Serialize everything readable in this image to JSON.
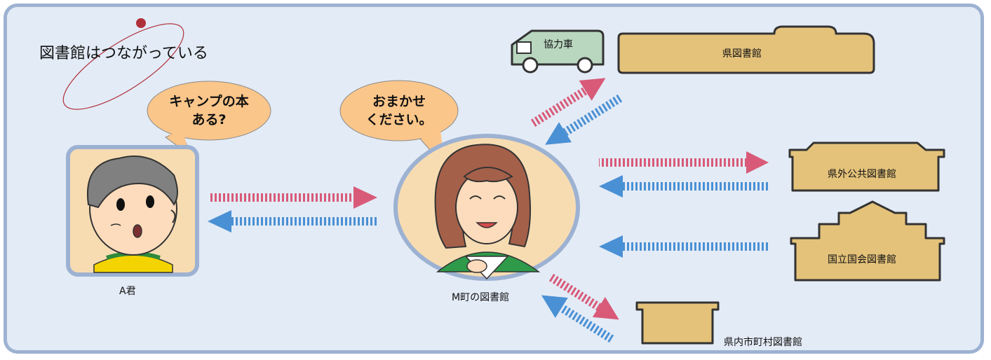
{
  "title": "図書館はつながっている",
  "bubbles": {
    "a_line1": "キャンプの本",
    "a_line2": "ある?",
    "m_line1": "おまかせ",
    "m_line2": "ください。"
  },
  "labels": {
    "boy": "A君",
    "m_library": "M町の図書館",
    "car": "協力車",
    "pref_library": "県図書館",
    "out_pref": "県外公共図書館",
    "national": "国立国会図書館",
    "municipal": "県内市町村図書館"
  },
  "colors": {
    "panel_bg": "#e3ebf6",
    "panel_border": "#9db2d2",
    "arrow_pink": "#d85a78",
    "arrow_blue": "#4a90d4",
    "building": "#e4c27a",
    "bubble": "#fbc68a",
    "car": "#b9d6bf"
  }
}
